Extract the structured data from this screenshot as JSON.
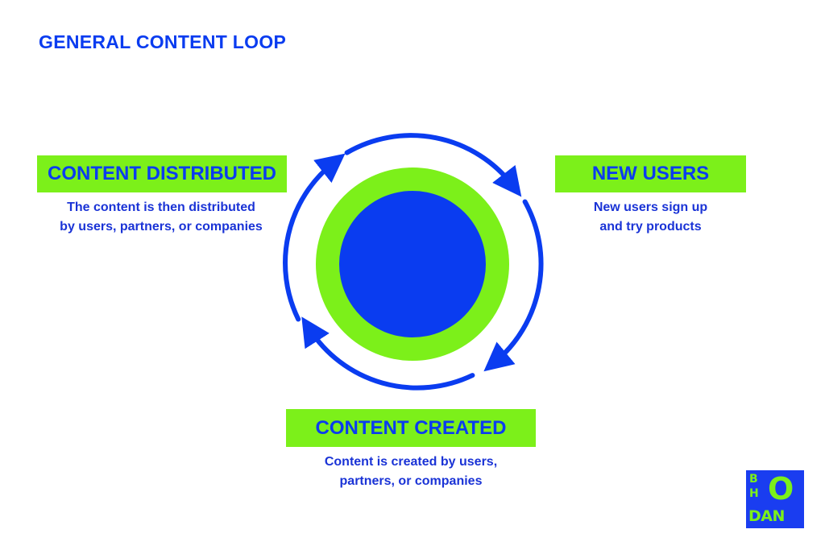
{
  "title": "GENERAL CONTENT LOOP",
  "steps": {
    "distributed": {
      "label": "CONTENT DISTRIBUTED",
      "desc_line1": "The content is then distributed",
      "desc_line2": "by users, partners, or companies"
    },
    "new_users": {
      "label": "NEW USERS",
      "desc_line1": "New users sign up",
      "desc_line2": "and try products"
    },
    "created": {
      "label": "CONTENT CREATED",
      "desc_line1": "Content is created by users,",
      "desc_line2": "partners, or companies"
    }
  },
  "logo": {
    "letter_b": "B",
    "letter_h": "H",
    "letter_o": "O",
    "letters_dan": "DAN"
  },
  "colors": {
    "blue": "#0a3cf0",
    "green": "#7cf01a",
    "background": "#ffffff"
  }
}
